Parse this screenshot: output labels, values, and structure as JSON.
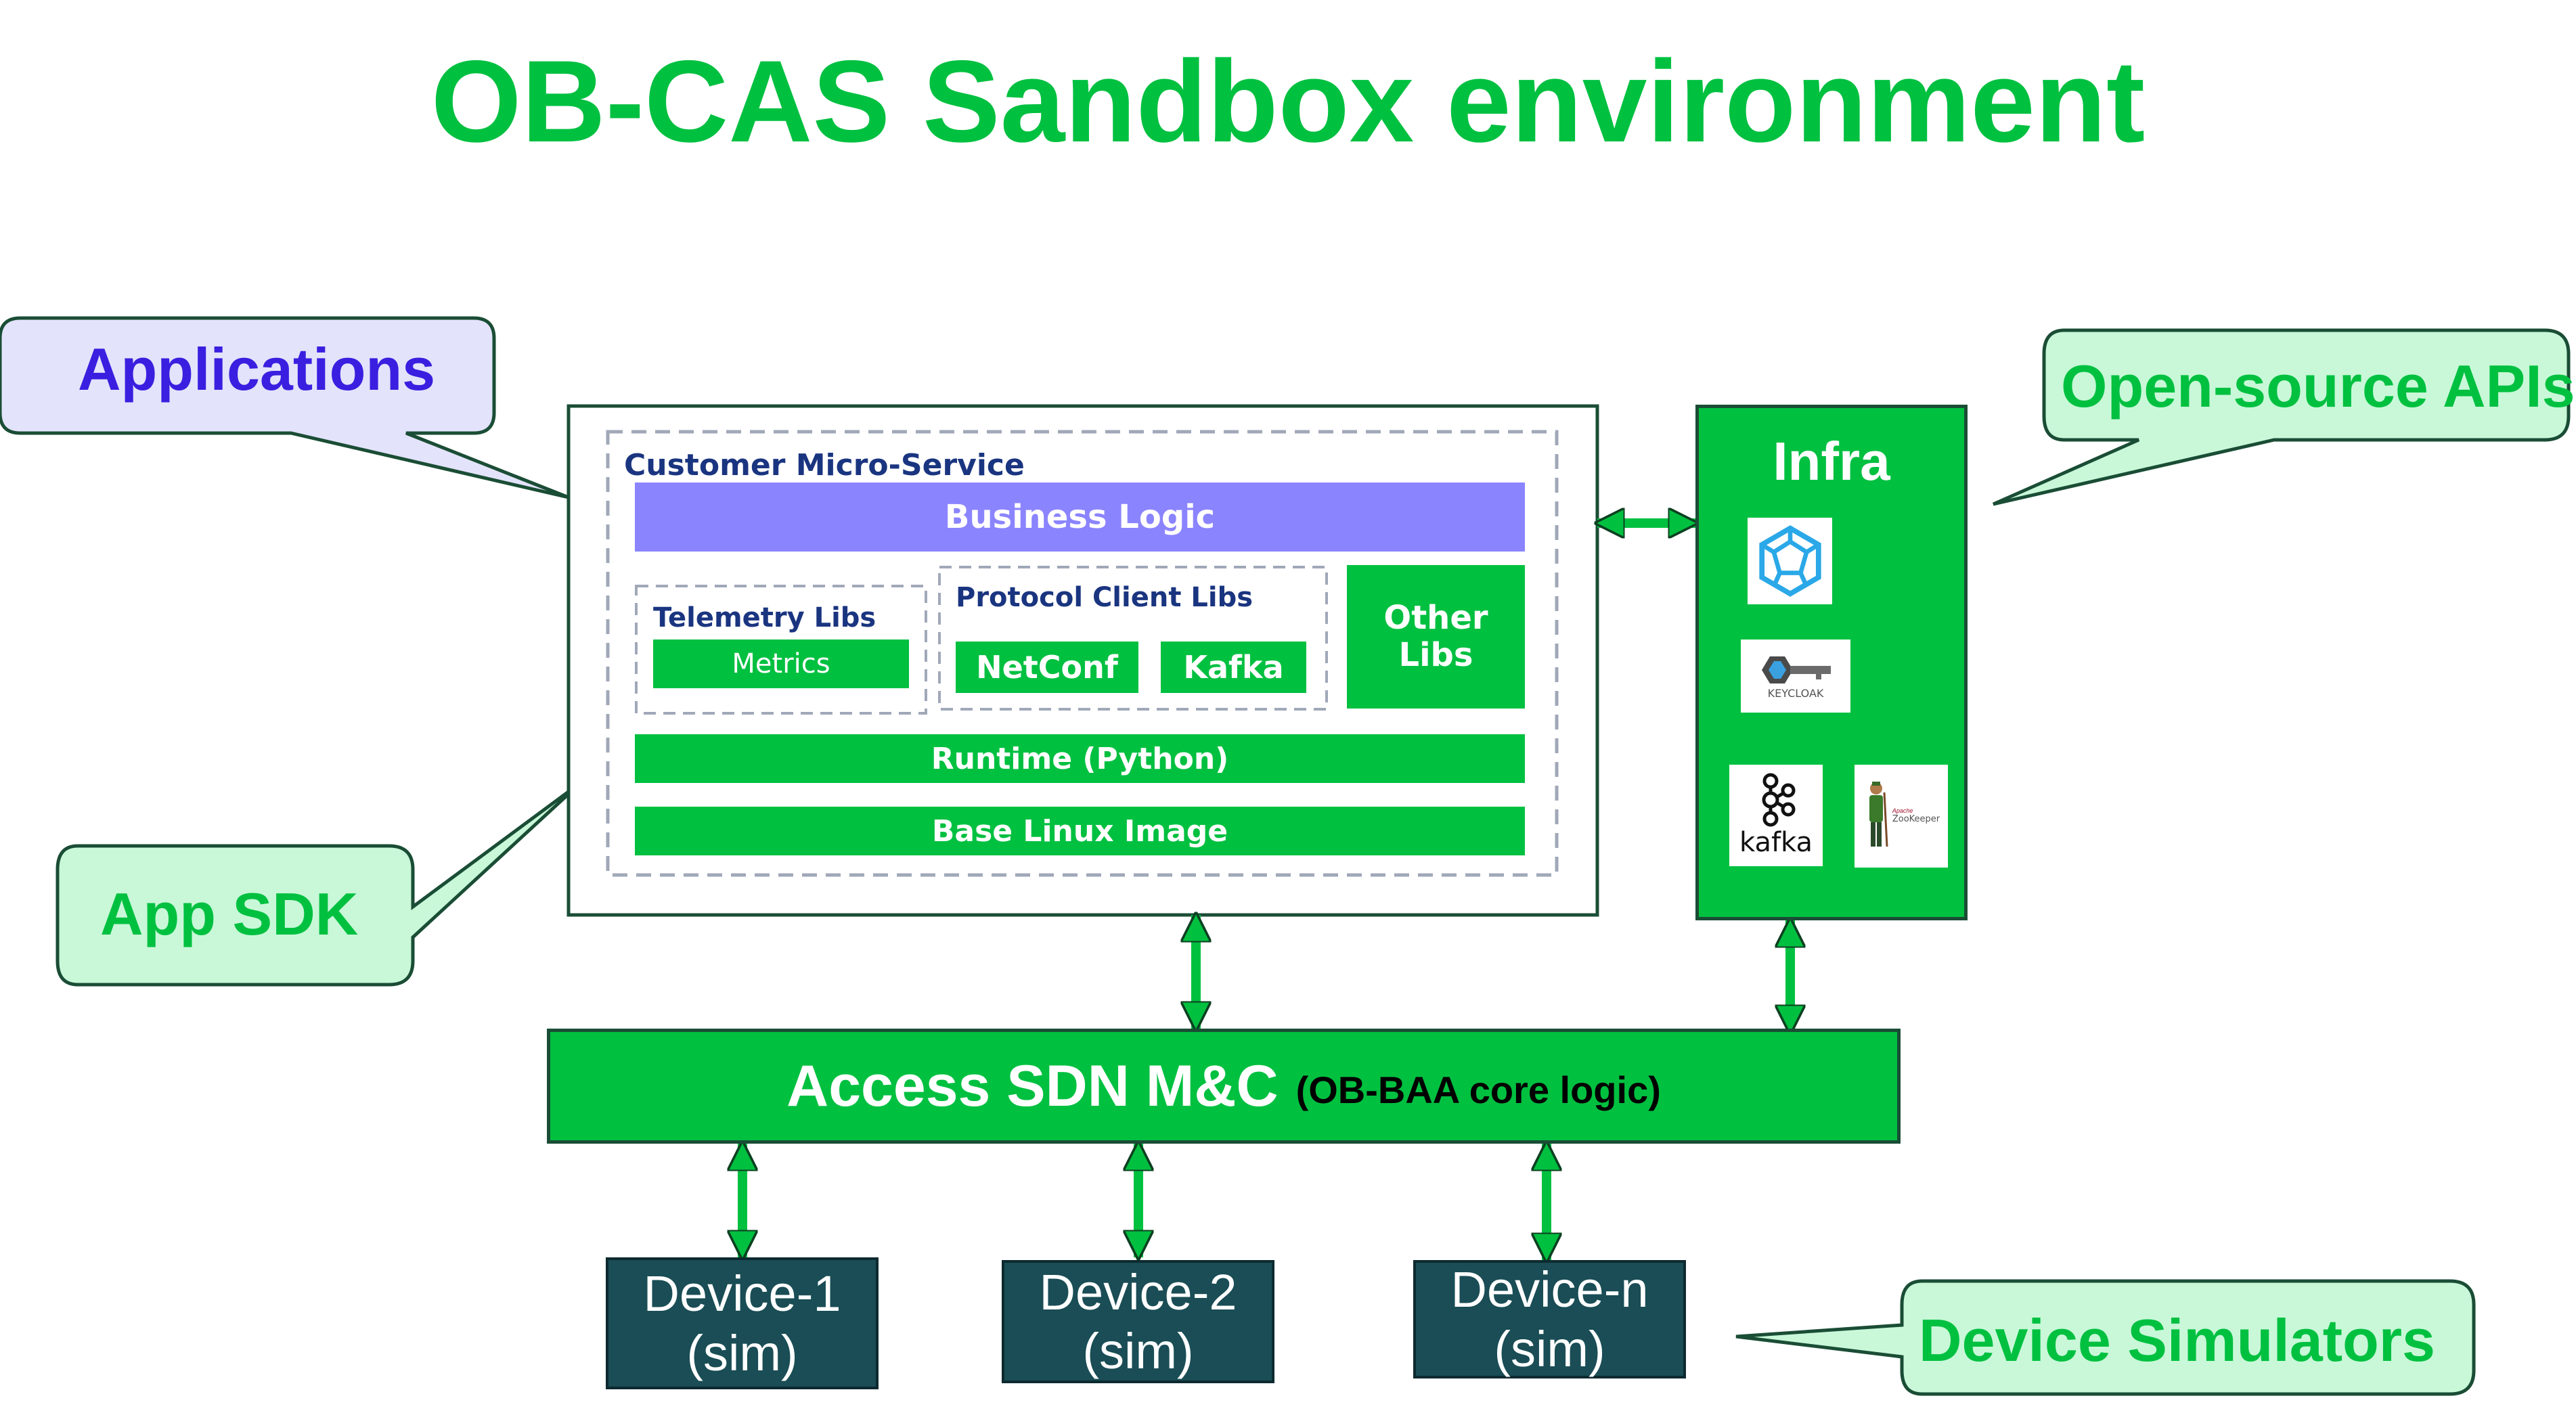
{
  "title": "OB-CAS Sandbox environment",
  "callouts": {
    "applications": "Applications",
    "app_sdk": "App SDK",
    "open_source": "Open-source APIs",
    "device_simulators": "Device Simulators"
  },
  "sdk": {
    "customer_microservice": "Customer Micro-Service",
    "business_logic": "Business Logic",
    "telemetry_libs": "Telemetry Libs",
    "metrics": "Metrics",
    "protocol_client_libs": "Protocol Client Libs",
    "netconf": "NetConf",
    "kafka": "Kafka",
    "other_libs_line1": "Other",
    "other_libs_line2": "Libs",
    "runtime": "Runtime (Python)",
    "base_image": "Base Linux Image"
  },
  "infra": {
    "title": "Infra",
    "keycloak_label": "KEYCLOAK",
    "kafka_label": "kafka",
    "zookeeper_label1": "Apache",
    "zookeeper_label2": "ZooKeeper"
  },
  "access": {
    "main": "Access SDN M&C",
    "sub": "(OB-BAA core logic)"
  },
  "devices": [
    {
      "line1": "Device-1",
      "line2": "(sim)"
    },
    {
      "line1": "Device-2",
      "line2": "(sim)"
    },
    {
      "line1": "Device-n",
      "line2": "(sim)"
    }
  ],
  "colors": {
    "green": "#00c040",
    "lavender": "#8b84ff",
    "navy": "#1a3580",
    "dark_teal": "#1a4d55",
    "callout_mint": "#c8f8d8",
    "callout_lavender": "#e3e3fb",
    "applications_text": "#3a1fe0"
  }
}
